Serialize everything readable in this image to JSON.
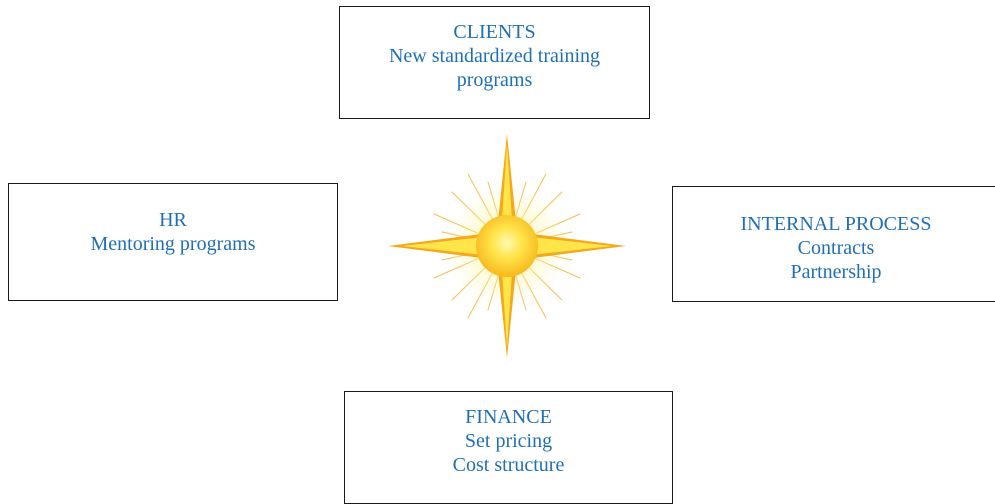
{
  "diagram": {
    "clients": {
      "title": "CLIENTS",
      "lines": [
        "New standardized training",
        "programs"
      ]
    },
    "hr": {
      "title": "HR",
      "lines": [
        "Mentoring programs"
      ]
    },
    "internal_process": {
      "title": "INTERNAL PROCESS",
      "lines": [
        "Contracts",
        "Partnership"
      ]
    },
    "finance": {
      "title": "FINANCE",
      "lines": [
        "Set pricing",
        "Cost structure"
      ]
    }
  },
  "colors": {
    "text": "#1f6fb5",
    "border": "#1a1a1a",
    "star_outer": "#f5a81a",
    "star_inner": "#ffe44a",
    "sun_core": "#ffd21c"
  }
}
